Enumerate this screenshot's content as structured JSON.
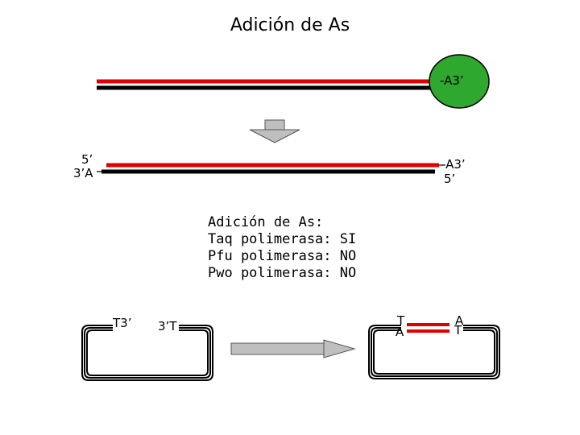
{
  "title": "Adición de As",
  "strand_top": {
    "label_3prime": "-A3’"
  },
  "strand_bottom": {
    "left_5prime": "5’",
    "left_3prime_A": "3’A",
    "right_3prime": "-A3’",
    "right_5prime": "5’"
  },
  "info": {
    "line1": "Adición de As:",
    "line2": "Taq polimerasa: SI",
    "line3": "Pfu polimerasa: NO",
    "line4": "Pwo polimerasa: NO"
  },
  "vector_left": {
    "label_T3": "T3’",
    "label_3T": "3’T"
  },
  "vector_right": {
    "label_T": "T",
    "label_A_bottom": "A",
    "label_A_top": "A",
    "label_T_bottom": "T"
  },
  "colors": {
    "red": "#e00000",
    "black": "#000000",
    "green": "#2ea82e",
    "arrow_gray": "#bfbfbf"
  }
}
